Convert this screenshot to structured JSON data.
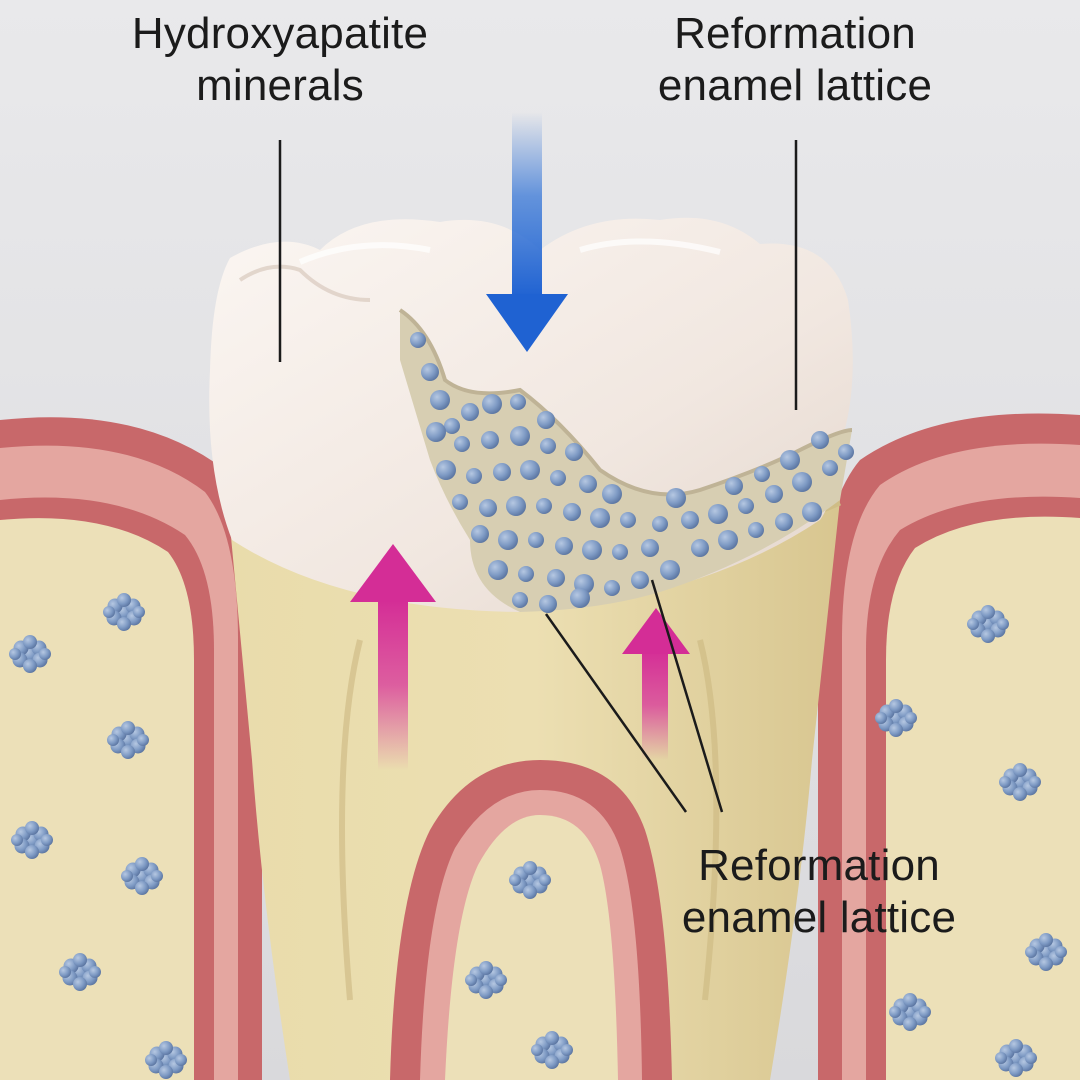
{
  "labels": {
    "top_left": {
      "line1": "Hydroxyapatite",
      "line2": "minerals"
    },
    "top_right": {
      "line1": "Reformation",
      "line2": "enamel lattice"
    },
    "bottom_right": {
      "line1": "Reformation",
      "line2": "enamel lattice"
    }
  },
  "colors": {
    "background": "#e6e6e8",
    "gum_outer": "#c8686a",
    "gum_inner": "#e4a6a0",
    "bone": "#ece0b8",
    "root": "#e6d7a4",
    "enamel": "#f4ece6",
    "cavity": "#d7ceb2",
    "mineral_granule": "#7e9ac4",
    "arrow_remineralization": "#2b6fd6",
    "arrow_mineral_uptake": "#d8339a"
  }
}
